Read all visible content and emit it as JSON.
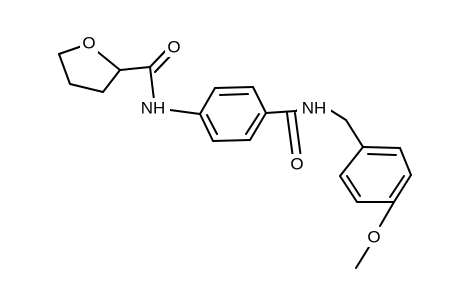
{
  "molecule": {
    "atom_labels": {
      "ring_oxygen": "O",
      "amide1_oxygen": "O",
      "amide1_nitrogen": "NH",
      "amide2_nitrogen": "NH",
      "amide2_oxygen": "O",
      "methoxy_oxygen": "O"
    }
  }
}
